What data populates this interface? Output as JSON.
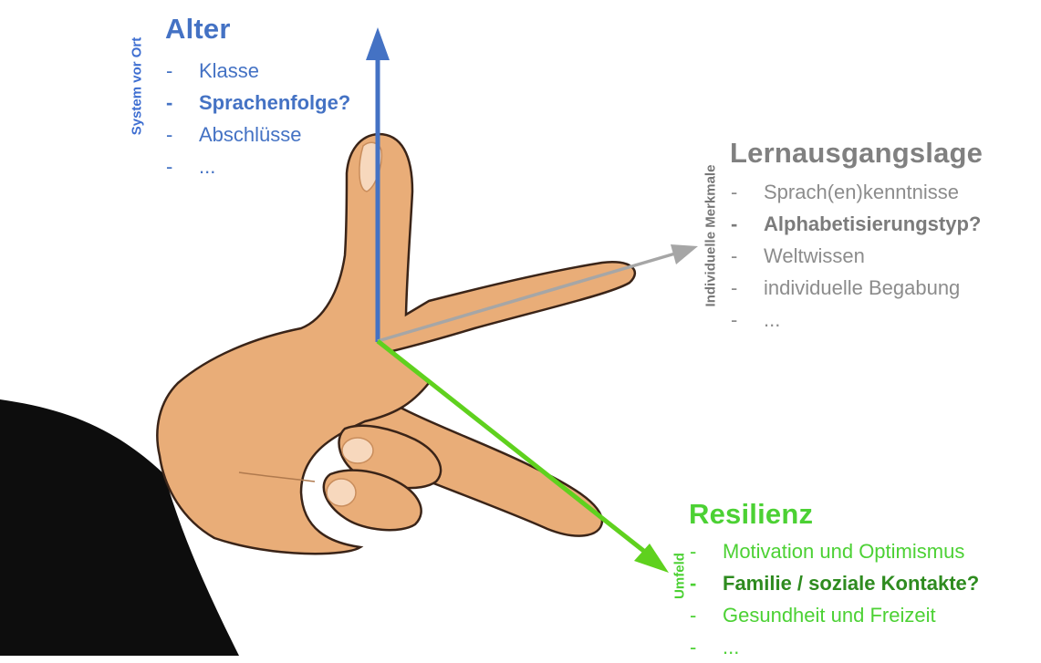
{
  "axes": {
    "alter": {
      "title": "Alter",
      "axis_label": "System vor Ort",
      "items": [
        {
          "text": "Klasse",
          "bold": false
        },
        {
          "text": "Sprachenfolge?",
          "bold": true
        },
        {
          "text": "Abschlüsse",
          "bold": false
        },
        {
          "text": "...",
          "bold": false
        }
      ],
      "color": "#4472c4"
    },
    "lernausgangslage": {
      "title": "Lernausgangslage",
      "axis_label": "Individuelle Merkmale",
      "items": [
        {
          "text": "Sprach(en)kenntnisse",
          "bold": false
        },
        {
          "text": "Alphabetisierungstyp?",
          "bold": true
        },
        {
          "text": "Weltwissen",
          "bold": false
        },
        {
          "text": "individuelle Begabung",
          "bold": false
        },
        {
          "text": "...",
          "bold": false
        }
      ],
      "color": "#a6a6a6"
    },
    "resilienz": {
      "title": "Resilienz",
      "axis_label": "Umfeld",
      "items": [
        {
          "text": "Motivation und Optimismus",
          "bold": false
        },
        {
          "text": "Familie / soziale Kontakte?",
          "bold": true
        },
        {
          "text": "Gesundheit und Freizeit",
          "bold": false
        },
        {
          "text": "...",
          "bold": false
        }
      ],
      "color": "#5fd11e"
    }
  },
  "list_dash": "-",
  "colors": {
    "skin": "#e9ad78",
    "skin_shadow": "#c98d5c",
    "outline": "#3a2418",
    "sleeve": "#0d0d0d",
    "nail": "#f7d8bd"
  }
}
